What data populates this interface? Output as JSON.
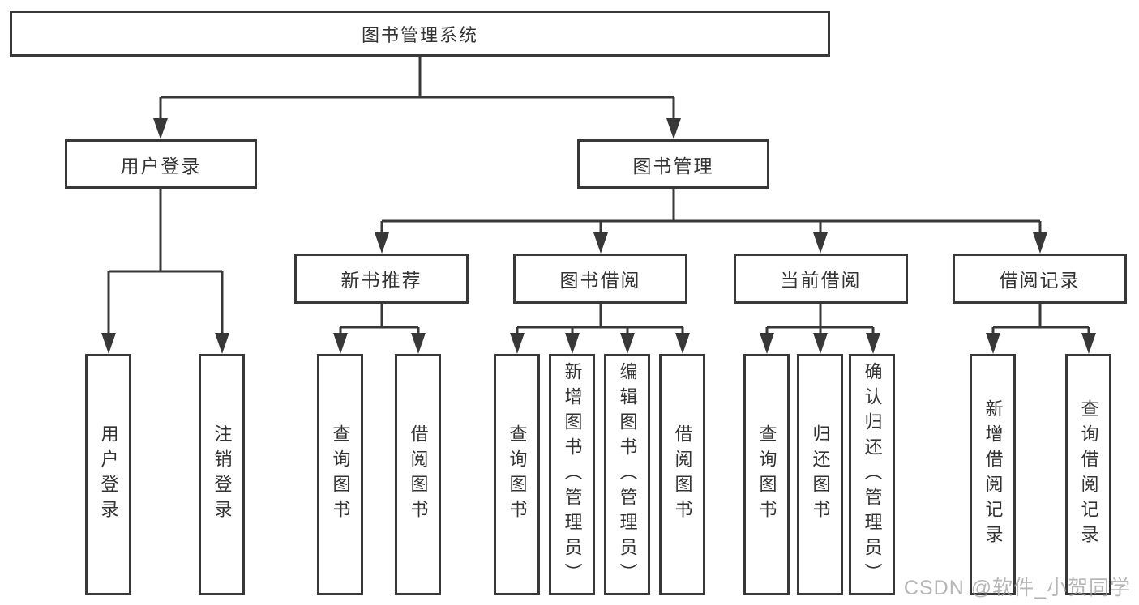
{
  "diagram": {
    "root": "图书管理系统",
    "level2": {
      "user_login": "用户登录",
      "book_mgmt": "图书管理"
    },
    "level3": {
      "new_book_rec": "新书推荐",
      "book_borrow": "图书借阅",
      "current_borrow": "当前借阅",
      "borrow_records": "借阅记录"
    },
    "leaves": {
      "user_login_group": [
        "用户登录",
        "注销登录"
      ],
      "new_book_rec_group": [
        "查询图书",
        "借阅图书"
      ],
      "book_borrow_group": [
        "查询图书",
        "新增图书（管理员）",
        "编辑图书（管理员）",
        "借阅图书"
      ],
      "current_borrow_group": [
        "查询图书",
        "归还图书",
        "确认归还（管理员）"
      ],
      "borrow_records_group": [
        "新增借阅记录",
        "查询借阅记录"
      ]
    }
  },
  "watermark": "CSDN @软件_小贺同学",
  "colors": {
    "line": "#383838",
    "box_border": "#383838",
    "text": "#333333",
    "watermark": "#9e9e9e",
    "background": "#ffffff"
  }
}
